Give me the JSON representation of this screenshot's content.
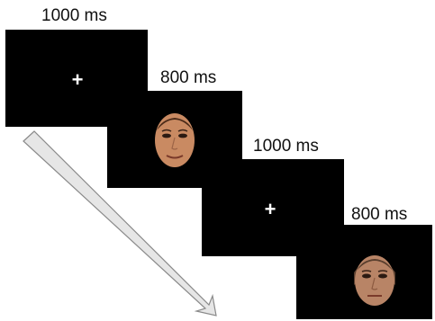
{
  "frames": [
    {
      "duration": "1000 ms",
      "content": "+"
    },
    {
      "duration": "800 ms",
      "content": "face-stimulus-1"
    },
    {
      "duration": "1000 ms",
      "content": "+"
    },
    {
      "duration": "800 ms",
      "content": "face-stimulus-2"
    }
  ],
  "colors": {
    "screen": "#000000",
    "fixation": "#ffffff",
    "arrow_fill": "#e6e6e6",
    "arrow_stroke": "#8a8a8a"
  }
}
